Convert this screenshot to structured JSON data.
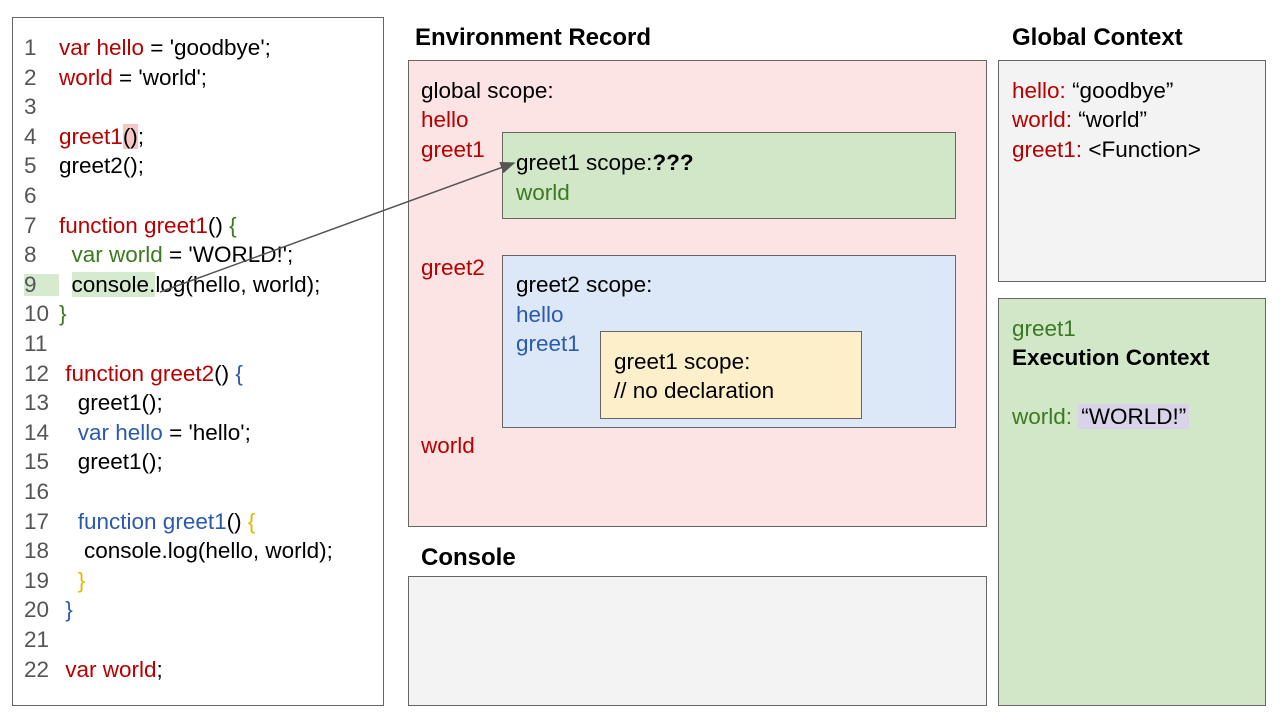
{
  "code": {
    "lines": [
      {
        "n": "1",
        "parts": [
          {
            "t": "var hello",
            "c": "red"
          },
          {
            "t": " = 'goodbye';",
            "c": ""
          }
        ]
      },
      {
        "n": "2",
        "parts": [
          {
            "t": "world",
            "c": "red"
          },
          {
            "t": " = 'world';",
            "c": ""
          }
        ]
      },
      {
        "n": "3",
        "parts": []
      },
      {
        "n": "4",
        "parts": [
          {
            "t": "greet1",
            "c": "red"
          },
          {
            "t": "()",
            "c": "",
            "hl": "red"
          },
          {
            "t": ";",
            "c": ""
          }
        ]
      },
      {
        "n": "5",
        "parts": [
          {
            "t": "greet2();",
            "c": ""
          }
        ]
      },
      {
        "n": "6",
        "parts": []
      },
      {
        "n": "7",
        "parts": [
          {
            "t": "function greet1",
            "c": "red"
          },
          {
            "t": "() ",
            "c": ""
          },
          {
            "t": "{",
            "c": "green"
          }
        ]
      },
      {
        "n": "8",
        "parts": [
          {
            "t": "  var world",
            "c": "green"
          },
          {
            "t": " = 'WORLD!';",
            "c": ""
          }
        ]
      },
      {
        "n": "9",
        "hl_num": true,
        "parts": [
          {
            "t": "  ",
            "c": ""
          },
          {
            "t": "console.",
            "c": "",
            "hl": "green"
          },
          {
            "t": "log(hello, world);",
            "c": ""
          }
        ]
      },
      {
        "n": "10",
        "parts": [
          {
            "t": "}",
            "c": "green"
          }
        ]
      },
      {
        "n": "11",
        "parts": []
      },
      {
        "n": "12",
        "parts": [
          {
            "t": " function greet2",
            "c": "red"
          },
          {
            "t": "() ",
            "c": ""
          },
          {
            "t": "{",
            "c": "blue"
          }
        ]
      },
      {
        "n": "13",
        "parts": [
          {
            "t": "   greet1();",
            "c": ""
          }
        ]
      },
      {
        "n": "14",
        "parts": [
          {
            "t": "   var hello",
            "c": "blue"
          },
          {
            "t": " = 'hello';",
            "c": ""
          }
        ]
      },
      {
        "n": "15",
        "parts": [
          {
            "t": "   greet1();",
            "c": ""
          }
        ]
      },
      {
        "n": "16",
        "parts": []
      },
      {
        "n": "17",
        "parts": [
          {
            "t": "   function greet1",
            "c": "blue"
          },
          {
            "t": "() ",
            "c": ""
          },
          {
            "t": "{",
            "c": "yellow"
          }
        ]
      },
      {
        "n": "18",
        "parts": [
          {
            "t": "    console.log(hello, world);",
            "c": ""
          }
        ]
      },
      {
        "n": "19",
        "parts": [
          {
            "t": "   }",
            "c": "yellow"
          }
        ]
      },
      {
        "n": "20",
        "parts": [
          {
            "t": " }",
            "c": "blue"
          }
        ]
      },
      {
        "n": "21",
        "parts": []
      },
      {
        "n": "22",
        "parts": [
          {
            "t": " var world",
            "c": "red"
          },
          {
            "t": ";",
            "c": ""
          }
        ]
      }
    ]
  },
  "env_record": {
    "heading": "Environment Record",
    "global_label": "global scope:",
    "hello": "hello",
    "greet1": "greet1",
    "greet2": "greet2",
    "world": "world",
    "greet1_scope": {
      "title": "greet1 scope:",
      "status": "???",
      "var": "world"
    },
    "greet2_scope": {
      "title": "greet2 scope:",
      "hello": "hello",
      "greet1": "greet1"
    },
    "inner_scope": {
      "title": "greet1 scope:",
      "note": "// no declaration"
    }
  },
  "console": {
    "heading": "Console"
  },
  "global_context": {
    "heading": "Global Context",
    "entries": [
      {
        "key": "hello:",
        "value": "“goodbye”"
      },
      {
        "key": "world:",
        "value": "“world”"
      },
      {
        "key": "greet1:",
        "value": "<Function>"
      }
    ]
  },
  "execution_context": {
    "name": "greet1",
    "title": "Execution Context",
    "key": "world:",
    "value": "“WORLD!”"
  },
  "colors": {
    "declared_global": "#b80000",
    "declared_greet1": "#3b7a1f",
    "declared_greet2": "#2a5ab0",
    "inner_brace": "#e0b800"
  }
}
